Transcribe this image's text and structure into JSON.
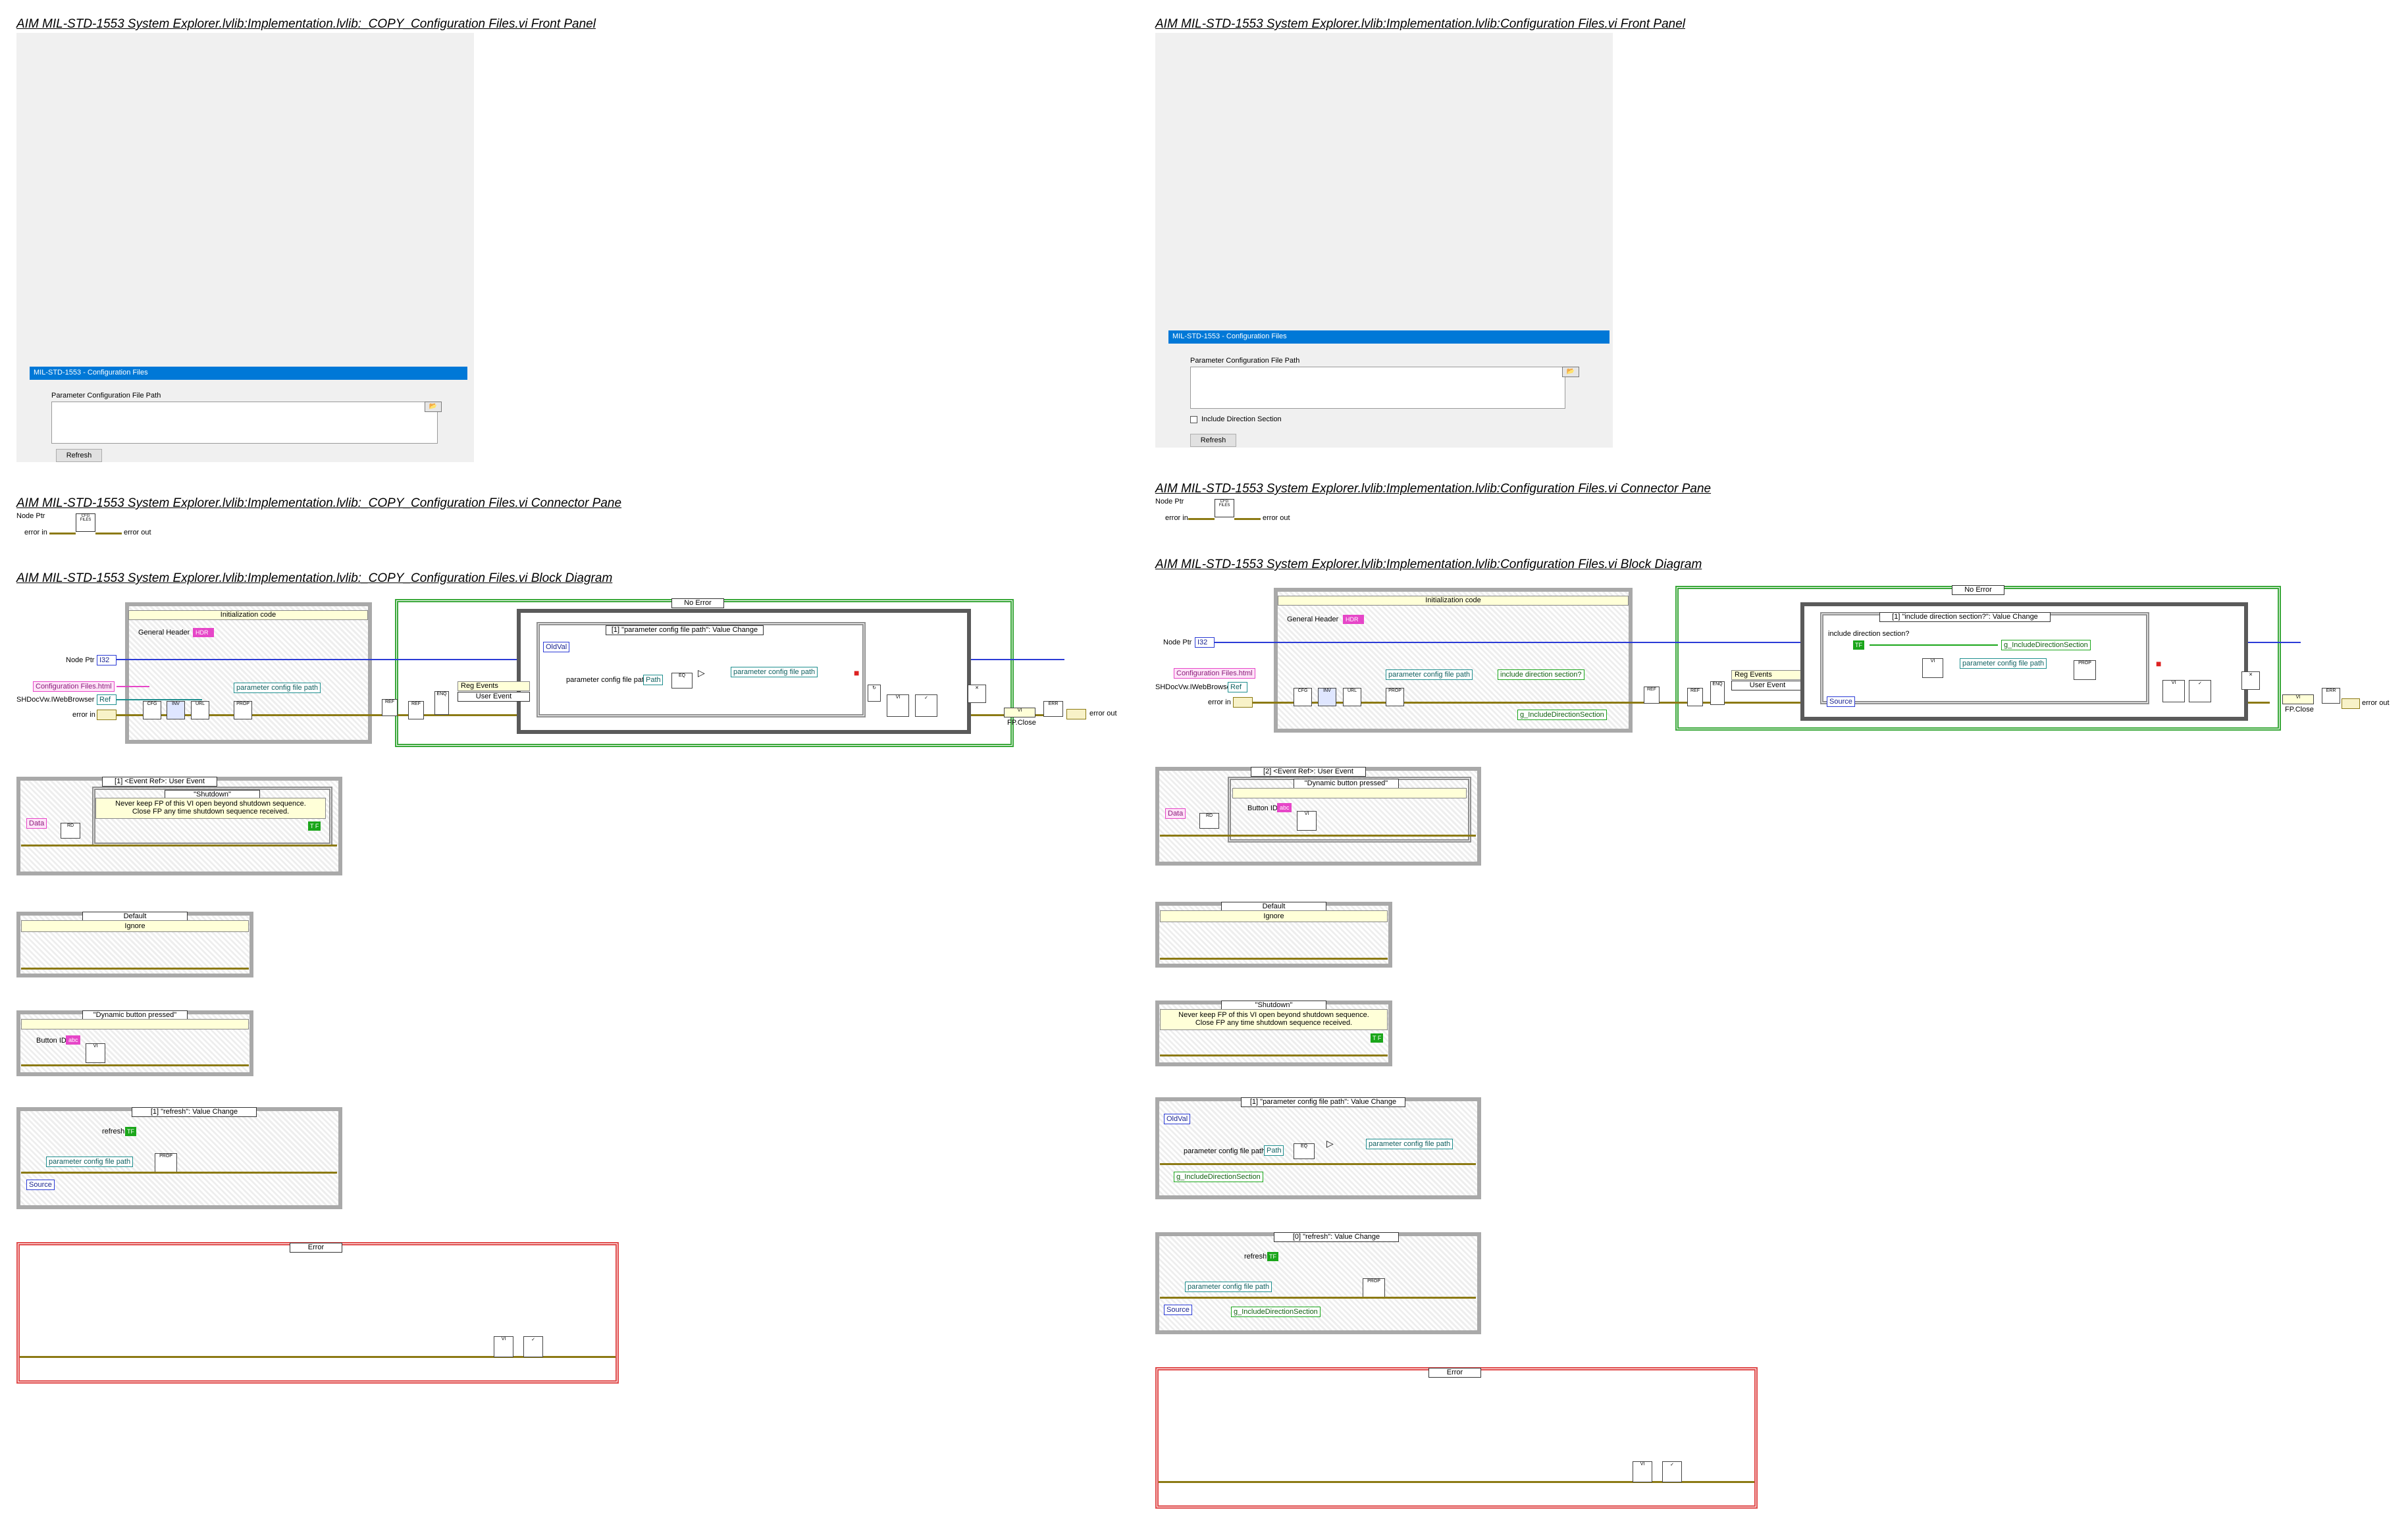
{
  "left": {
    "front_panel_title": "AIM MIL-STD-1553 System Explorer.lvlib:Implementation.lvlib:_COPY_Configuration Files.vi Front Panel",
    "connector_pane_title": "AIM MIL-STD-1553 System Explorer.lvlib:Implementation.lvlib:_COPY_Configuration Files.vi Connector Pane",
    "block_diagram_title": "AIM MIL-STD-1553 System Explorer.lvlib:Implementation.lvlib:_COPY_Configuration Files.vi Block Diagram",
    "front_panel": {
      "banner": "MIL-STD-1553 - Configuration Files",
      "path_label": "Parameter Configuration File Path",
      "refresh_button": "Refresh"
    },
    "connector_pane": {
      "node_ptr": "Node Ptr",
      "error_in": "error in",
      "error_out": "error out"
    },
    "main_diagram": {
      "case_selector": "No Error",
      "init_label": "Initialization code",
      "general_header": "General Header",
      "node_ptr": "Node Ptr",
      "config_files_html": "Configuration Files.html",
      "shdocvw": "SHDocVw.IWebBrowser",
      "error_in": "error in",
      "param_config_path": "parameter config file path",
      "event_selector": "[1] \"parameter config file path\": Value Change",
      "oldval": "OldVal",
      "param_config_path_label": "parameter config file path",
      "reg_events": "Reg Events",
      "user_event": "User Event",
      "fp_close": "FP.Close",
      "error_out": "error out"
    },
    "event_user": {
      "selector": "[1] <Event Ref>: User Event",
      "inner_selector": "\"Shutdown\"",
      "data": "Data",
      "comment_line1": "Never keep FP of this VI open beyond shutdown sequence.",
      "comment_line2": "Close FP any time shutdown sequence received."
    },
    "default_case": {
      "selector": "Default",
      "text": "Ignore"
    },
    "dynamic_button": {
      "selector": "\"Dynamic button pressed\"",
      "button_id": "Button ID"
    },
    "refresh_case": {
      "selector": "[1] \"refresh\": Value Change",
      "refresh": "refresh",
      "param_config_path": "parameter config file path",
      "source": "Source"
    },
    "error_case": {
      "selector": "Error"
    }
  },
  "right": {
    "front_panel_title": "AIM MIL-STD-1553 System Explorer.lvlib:Implementation.lvlib:Configuration Files.vi Front Panel",
    "connector_pane_title": "AIM MIL-STD-1553 System Explorer.lvlib:Implementation.lvlib:Configuration Files.vi Connector Pane",
    "block_diagram_title": "AIM MIL-STD-1553 System Explorer.lvlib:Implementation.lvlib:Configuration Files.vi Block Diagram",
    "front_panel": {
      "banner": "MIL-STD-1553 - Configuration Files",
      "path_label": "Parameter Configuration File Path",
      "checkbox_label": "Include Direction Section",
      "refresh_button": "Refresh"
    },
    "connector_pane": {
      "node_ptr": "Node Ptr",
      "error_in": "error in",
      "error_out": "error out"
    },
    "main_diagram": {
      "case_selector": "No Error",
      "init_label": "Initialization code",
      "general_header": "General Header",
      "node_ptr": "Node Ptr",
      "config_files_html": "Configuration Files.html",
      "shdocvw": "SHDocVw.IWebBrowser",
      "error_in": "error in",
      "param_config_path": "parameter config file path",
      "include_direction": "include direction section?",
      "g_include": "g_IncludeDirectionSection",
      "event_selector": "[1] \"include direction section?\": Value Change",
      "include_direction_label": "include direction section?",
      "g_include_inner": "g_IncludeDirectionSection",
      "param_config_path_inner": "parameter config file path",
      "source": "Source",
      "reg_events": "Reg Events",
      "user_event": "User Event",
      "fp_close": "FP.Close",
      "error_out": "error out"
    },
    "event_user": {
      "selector": "[2] <Event Ref>: User Event",
      "inner_selector": "\"Dynamic button pressed\"",
      "data": "Data",
      "button_id": "Button ID"
    },
    "default_case": {
      "selector": "Default",
      "text": "Ignore"
    },
    "shutdown_case": {
      "selector": "\"Shutdown\"",
      "comment_line1": "Never keep FP of this VI open beyond shutdown sequence.",
      "comment_line2": "Close FP any time shutdown sequence received."
    },
    "param_change_case": {
      "selector": "[1] \"parameter config file path\": Value Change",
      "oldval": "OldVal",
      "param_config_path_label": "parameter config file path",
      "param_config_path": "parameter config file path",
      "g_include": "g_IncludeDirectionSection"
    },
    "refresh_case": {
      "selector": "[0] \"refresh\": Value Change",
      "refresh": "refresh",
      "param_config_path": "parameter config file path",
      "source": "Source",
      "g_include": "g_IncludeDirectionSection"
    },
    "error_case": {
      "selector": "Error"
    }
  },
  "colors": {
    "error_wire": "#8c7a14",
    "reference_wire": "#2b3bd6",
    "string_wire": "#e646c8",
    "path_wire": "#1f8f8f",
    "bool_wire": "#1aa61a",
    "banner": "#0078d7",
    "front_panel_bg": "#f0f0f0"
  }
}
